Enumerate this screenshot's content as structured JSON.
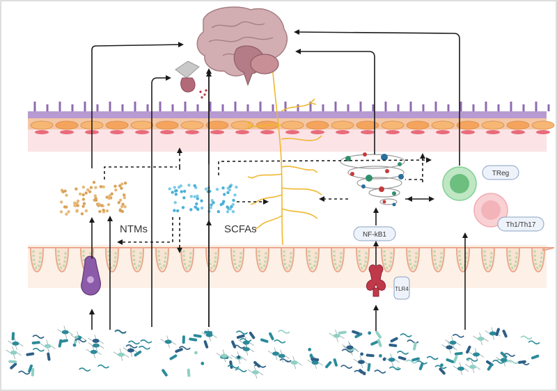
{
  "labels": {
    "ntms": "NTMs",
    "scfas": "SCFAs",
    "nfkb1": "NF-kB1",
    "tlr4": "TLR4",
    "treg": "TReg",
    "th1th17": "Th1/Th17"
  },
  "colors": {
    "arrow": "#1a1a1a",
    "bbb_purple": "#8e6bb0",
    "bbb_orange": "#f2b46a",
    "bbb_pink": "#f6d6dc",
    "intestine_fill": "#f9e3d3",
    "brain": "#c9a3a8",
    "nerve": "#f0b72f",
    "ntm_dots": "#d9a25a",
    "scfa_dots": "#4ab0d9",
    "treg_cell": "#7fcf90",
    "th_cell": "#f2aab0",
    "tlr4": "#c0394b",
    "bacteria_teal": "#2b8a9a",
    "bacteria_navy": "#2d5f86",
    "bacteria_mint": "#8fd0c4"
  },
  "icons": [
    "brain-icon",
    "pituitary-icon",
    "vagus-nerve-icon",
    "cytokine-storm-icon",
    "enteroendocrine-cell-icon",
    "tlr4-receptor-icon",
    "bacteria-icon"
  ]
}
